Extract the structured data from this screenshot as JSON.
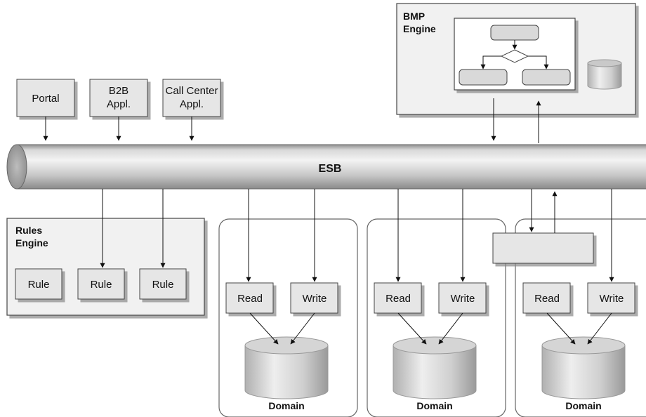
{
  "clients": [
    {
      "lines": [
        "Portal"
      ]
    },
    {
      "lines": [
        "B2B",
        "Appl."
      ]
    },
    {
      "lines": [
        "Call Center",
        "Appl."
      ]
    }
  ],
  "bus": {
    "label": "ESB"
  },
  "bmp": {
    "title_lines": [
      "BMP",
      "Engine"
    ]
  },
  "rules": {
    "title_lines": [
      "Rules",
      "Engine"
    ],
    "items": [
      "Rule",
      "Rule",
      "Rule"
    ]
  },
  "domains": [
    {
      "label": "Domain",
      "read": "Read",
      "write": "Write"
    },
    {
      "label": "Domain",
      "read": "Read",
      "write": "Write"
    },
    {
      "label": "Domain",
      "read": "Read",
      "write": "Write"
    }
  ],
  "colors": {
    "box_fill": "#e6e6e6",
    "box_stroke": "#444444",
    "panel_fill": "#f1f1f1",
    "tube_light": "#f4f4f4",
    "tube_dark": "#a9a9a9"
  }
}
